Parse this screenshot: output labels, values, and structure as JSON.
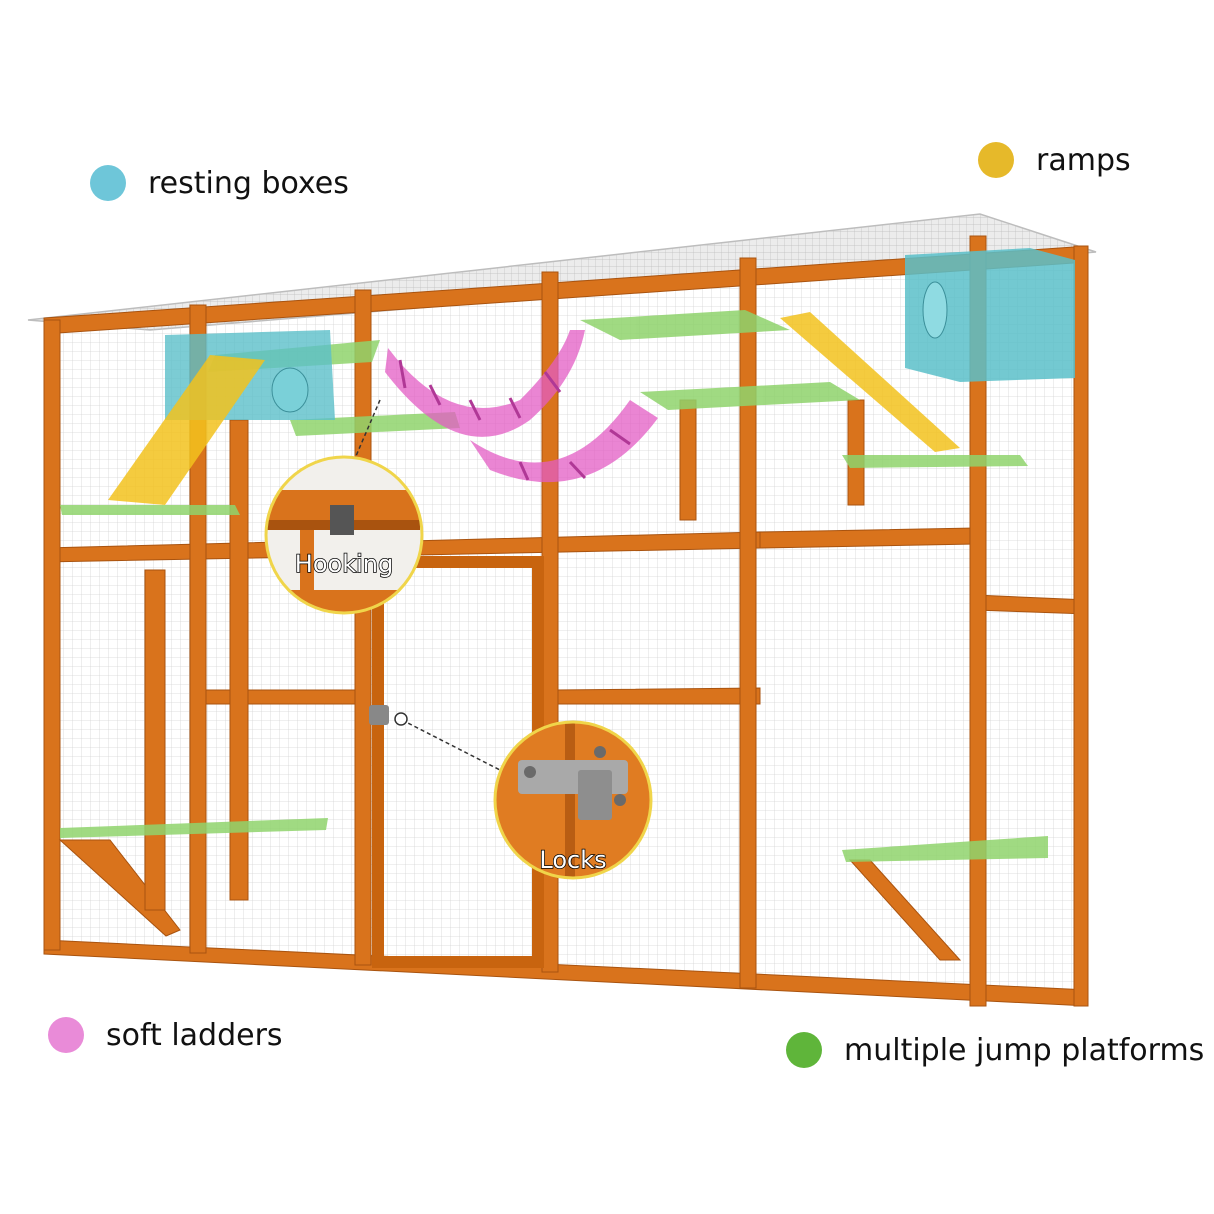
{
  "legend": [
    {
      "label": "resting boxes",
      "color": "#6ec6d9"
    },
    {
      "label": "ramps",
      "color": "#e6b92a"
    },
    {
      "label": "soft ladders",
      "color": "#e98bd8"
    },
    {
      "label": "multiple jump platforms",
      "color": "#5fb53a"
    }
  ],
  "callouts": {
    "hooking_label": "Hooking",
    "locks_label": "Locks"
  },
  "colors": {
    "wood": "#d9731c",
    "wood_dark": "#b85d13",
    "roof": "#e9e9ea",
    "mesh": "#c8c8c8",
    "platform": "#8fd36c",
    "box": "#5bbfc9",
    "ramp": "#f2c21d",
    "ladder": "#e35cc4"
  }
}
